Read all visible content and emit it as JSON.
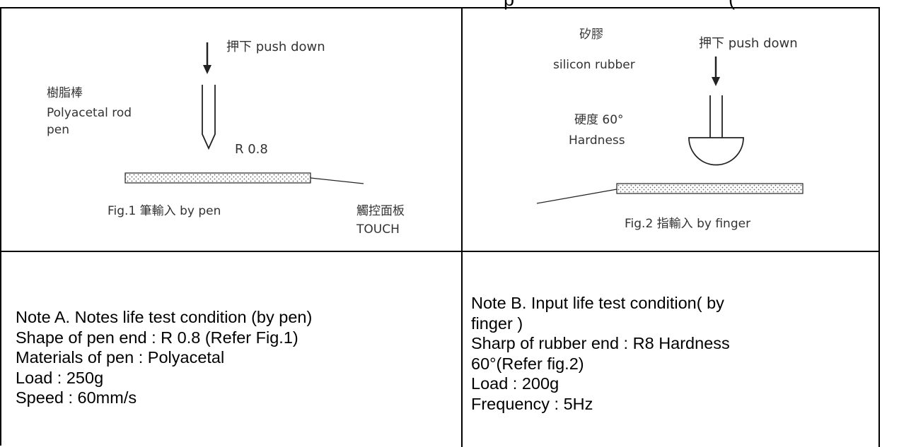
{
  "header": {
    "left_fragment": "p",
    "right_fragment": "("
  },
  "figure1": {
    "press_label": "押下  push down",
    "rod_label_cn": "樹脂棒",
    "rod_label_en_line1": "Polyacetal rod",
    "rod_label_en_line2": "pen",
    "radius_label": "R 0.8",
    "caption": "Fig.1   筆輸入 by pen",
    "panel_label_cn": "觸控面板",
    "panel_label_en": "TOUCH"
  },
  "figure2": {
    "rubber_label_cn": "矽膠",
    "rubber_label_en": "silicon rubber",
    "press_label": "押下  push down",
    "hardness_value": "硬度   60°",
    "hardness_label": "Hardness",
    "caption": "Fig.2   指輸入 by finger"
  },
  "note_a": {
    "lines": [
      "Note A. Notes life test condition (by pen)",
      "Shape of pen end : R 0.8 (Refer Fig.1)",
      "Materials of pen : Polyacetal",
      "Load : 250g",
      "Speed : 60mm/s"
    ]
  },
  "note_b": {
    "lines": [
      "Note B. Input life test condition( by",
      "finger )",
      "Sharp of rubber end : R8 Hardness",
      "60°(Refer fig.2)",
      "Load : 200g",
      "Frequency : 5Hz"
    ]
  }
}
